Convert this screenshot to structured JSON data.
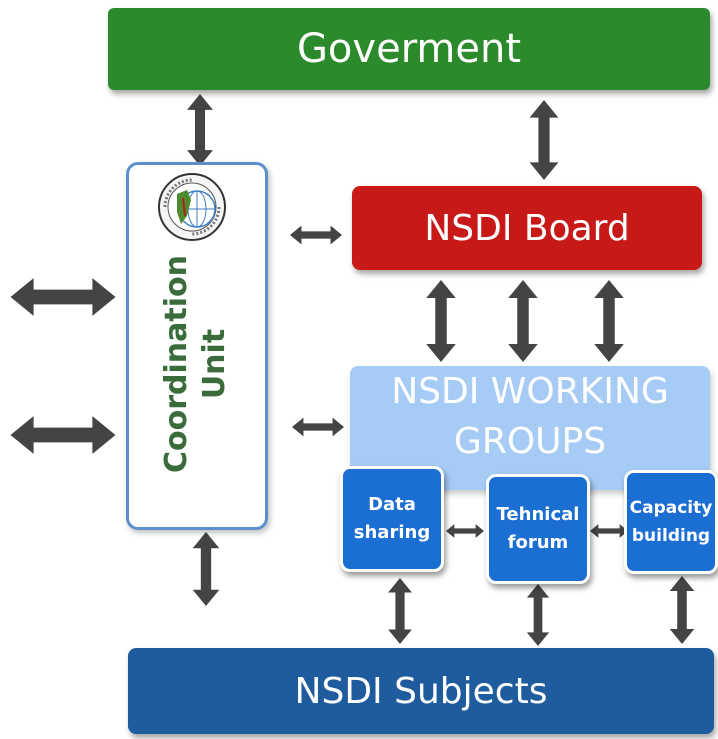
{
  "government": {
    "label": "Goverment"
  },
  "board": {
    "label": "NSDI Board"
  },
  "working_groups": {
    "line1": "NSDI WORKING",
    "line2": "GROUPS"
  },
  "subgroups": {
    "data_sharing": {
      "line1": "Data",
      "line2": "sharing"
    },
    "technical_forum": {
      "line1": "Tehnical",
      "line2": "forum"
    },
    "capacity_building": {
      "line1": "Capacity",
      "line2": "building"
    }
  },
  "coordination_unit": {
    "line1": "Coordination",
    "line2": "Unit"
  },
  "subjects": {
    "label": "NSDI Subjects"
  },
  "colors": {
    "government": "#2b8a2b",
    "board": "#c81919",
    "working_groups": "#a6cbf5",
    "subgroup": "#1b6fd3",
    "subjects": "#1f5c9e",
    "coordination_border": "#5b90cc",
    "coordination_text": "#3a6b3a",
    "arrow": "#444444"
  },
  "icons": {
    "coordination_logo": "map-globe-seal-icon",
    "connector": "double-arrow-icon"
  }
}
